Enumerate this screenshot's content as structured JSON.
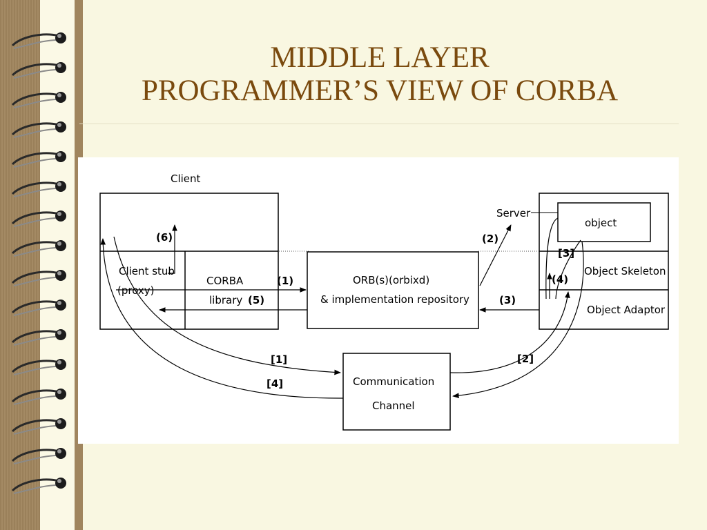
{
  "slide": {
    "title_line1": "MIDDLE LAYER",
    "title_line2": "PROGRAMMER’S VIEW OF CORBA"
  },
  "diagram": {
    "client_label": "Client",
    "client_stub_line1": "Client stub",
    "client_stub_line2": "(proxy)",
    "corba_line1": "CORBA",
    "corba_line2": "library",
    "orb_line1": "ORB(s)(orbixd)",
    "orb_line2": "& implementation repository",
    "server_label": "Server",
    "object_label": "object",
    "skeleton_label": "Object Skeleton",
    "adaptor_label": "Object Adaptor",
    "channel_line1": "Communication",
    "channel_line2": "Channel",
    "step_labels": {
      "p1": "(1)",
      "p2": "(2)",
      "p3": "(3)",
      "p4": "(4)",
      "p5": "(5)",
      "p6": "(6)",
      "b1": "[1]",
      "b2": "[2]",
      "b3": "[3]",
      "b4": "[4]"
    }
  },
  "colors": {
    "title": "#7a4a0e",
    "background": "#f9f7e1",
    "binder": "#a0855e"
  },
  "icons": {
    "binder": "spiral-binding-icon"
  }
}
